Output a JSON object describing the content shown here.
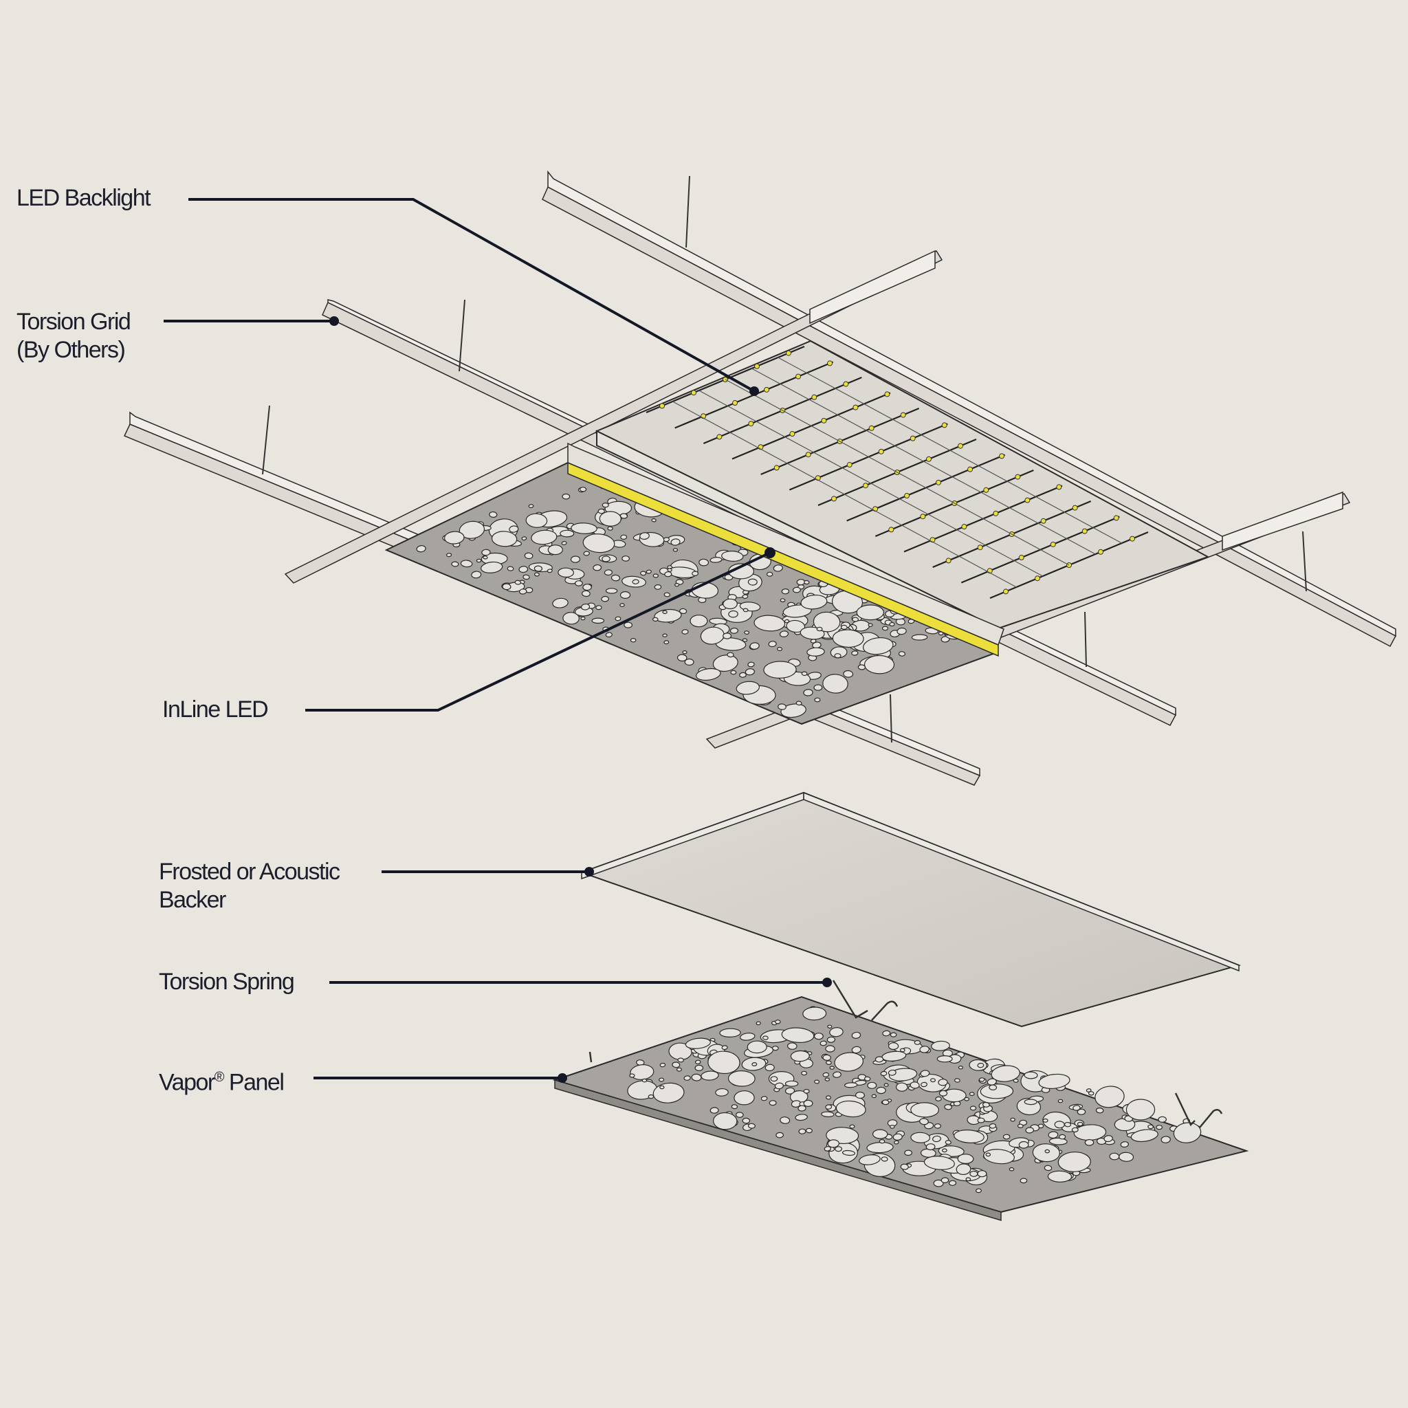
{
  "labels": {
    "led_backlight": "LED Backlight",
    "torsion_grid_line1": "Torsion Grid",
    "torsion_grid_line2": "(By Others)",
    "inline_led": "InLine LED",
    "backer_line1": "Frosted or Acoustic",
    "backer_line2": "Backer",
    "torsion_spring": "Torsion Spring",
    "vapor_panel_name": "Vapor",
    "vapor_panel_mark": "®",
    "vapor_panel_suffix": " Panel"
  },
  "colors": {
    "background": "#e9e5df",
    "led_strip": "#ecdf3c",
    "perforated_panel": "#a7a4a0",
    "hole": "#e6e3de",
    "leader": "#141826"
  }
}
